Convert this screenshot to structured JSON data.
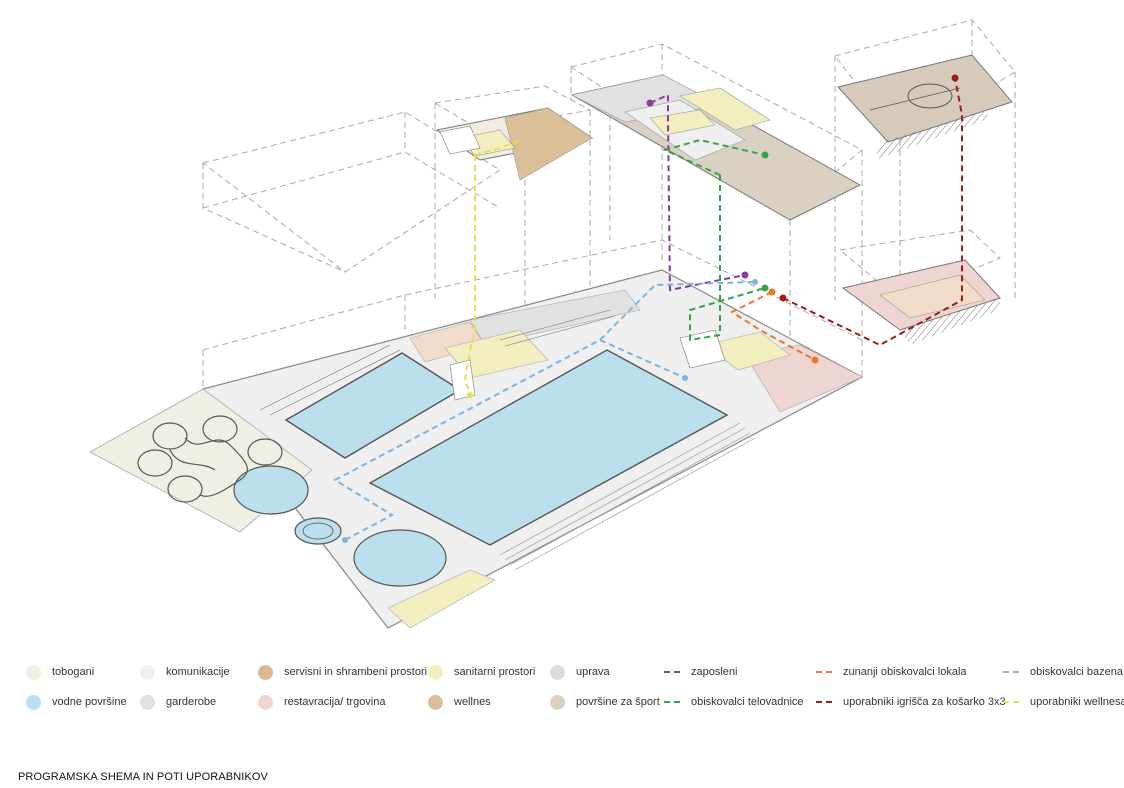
{
  "caption": "PROGRAMSKA SHEMA IN POTI UPORABNIKOV",
  "legend": {
    "areas": [
      {
        "label": "tobogani",
        "color": "#eef0e4"
      },
      {
        "label": "vodne površine",
        "color": "#b9e0f2"
      },
      {
        "label": "komunikacije",
        "color": "#efefef"
      },
      {
        "label": "garderobe",
        "color": "#e1e1e1"
      },
      {
        "label": "servisni in shrambeni prostori",
        "color": "#d9b993"
      },
      {
        "label": "restavracija/ trgovina",
        "color": "#efd5d2"
      },
      {
        "label": "sanitarni prostori",
        "color": "#f3eec0"
      },
      {
        "label": "wellnes",
        "color": "#dbbf98"
      },
      {
        "label": "uprava",
        "color": "#dcdcdc"
      },
      {
        "label": "površine za šport",
        "color": "#dbd1c2"
      }
    ],
    "paths": [
      {
        "label": "zaposleni",
        "color": "#8a3a9b"
      },
      {
        "label": "obiskovalci telovadnice",
        "color": "#35a24c"
      },
      {
        "label": "zunanji obiskovalci lokala",
        "color": "#e9772c"
      },
      {
        "label": "uporabniki igrišča za košarko 3x3",
        "color": "#9b1c1c"
      },
      {
        "label": "obiskovalci bazena",
        "color": "#7db3df"
      },
      {
        "label": "uporabniki wellnesa",
        "color": "#e8df4a"
      }
    ]
  }
}
